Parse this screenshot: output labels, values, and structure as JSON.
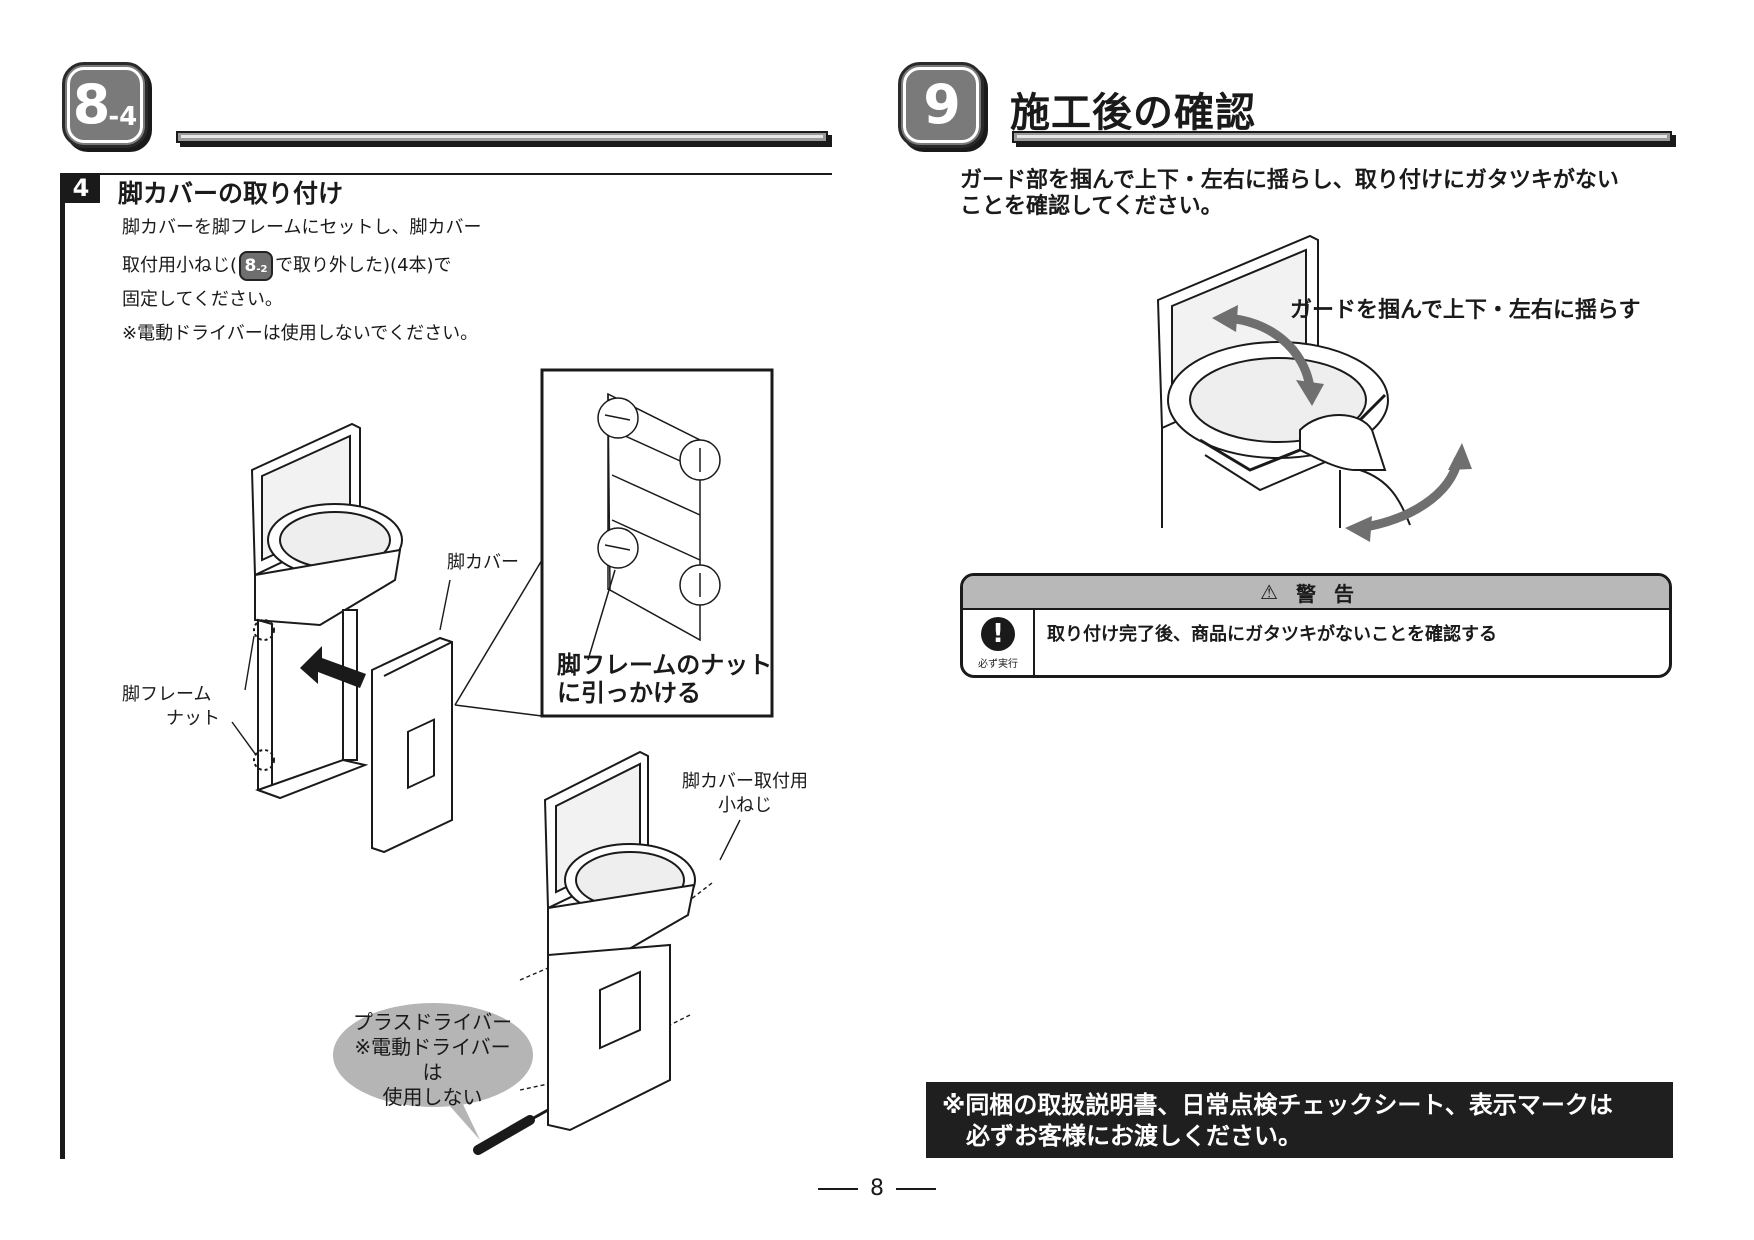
{
  "left": {
    "badge_main": "8",
    "badge_sub": "-4",
    "step_number": "4",
    "step_title": "脚カバーの取り付け",
    "line1": "脚カバーを脚フレームにセットし、脚カバー",
    "line2_pre": "取付用小ねじ(",
    "ref_main": "8",
    "ref_sub": "-2",
    "line2_post": "で取り外した)(4本)で",
    "line3": "固定してください。",
    "note": "※電動ドライバーは使用しないでください。",
    "label_leg_cover": "脚カバー",
    "label_frame_nut_1": "脚フレーム",
    "label_frame_nut_2": "ナット",
    "inset_caption_1": "脚フレームのナット",
    "inset_caption_2": "に引っかける",
    "label_screw_1": "脚カバー取付用",
    "label_screw_2": "小ねじ",
    "bubble_1": "プラスドライバー",
    "bubble_2": "※電動ドライバーは",
    "bubble_3": "使用しない"
  },
  "right": {
    "badge_main": "9",
    "section_title": "施工後の確認",
    "instruction_1": "ガード部を掴んで上下・左右に揺らし、取り付けにガタツキがない",
    "instruction_2": "ことを確認してください。",
    "illustration_label": "ガードを掴んで上下・左右に揺らす",
    "warning_title": "警告",
    "warning_icon_label": "必ず実行",
    "warning_text": "取り付け完了後、商品にガタツキがないことを確認する",
    "notice_1": "※同梱の取扱説明書、日常点検チェックシート、表示マークは",
    "notice_2": "　必ずお客様にお渡しください。"
  },
  "page_number": "8"
}
